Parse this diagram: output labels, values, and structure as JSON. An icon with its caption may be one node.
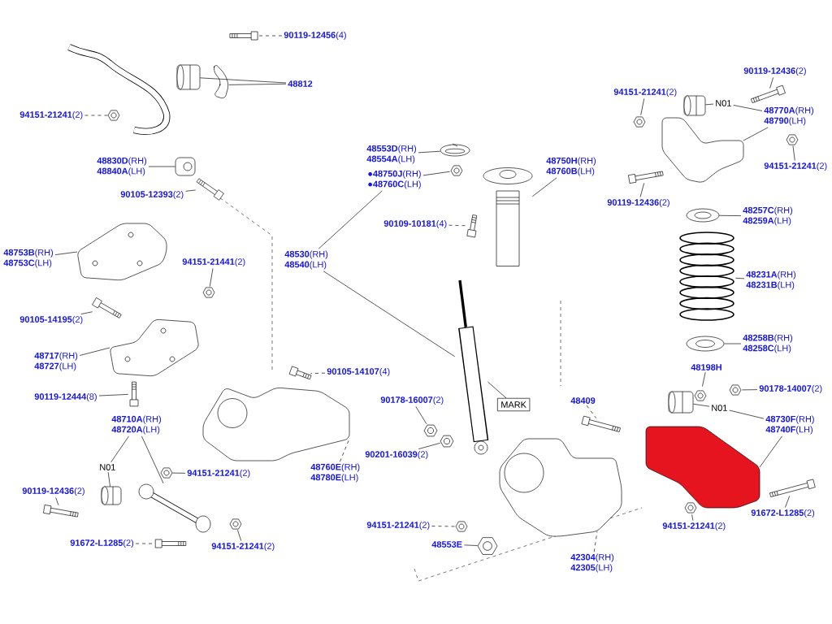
{
  "diagram": {
    "nodes": [
      {
        "text": [
          "**90119-12456**(4)"
        ]
      },
      {
        "text": [
          "**48812**"
        ]
      },
      {
        "text": [
          "**94151-21241**(2)"
        ]
      },
      {
        "text": [
          "**48830D**(RH)",
          "**48840A**(LH)"
        ]
      },
      {
        "text": [
          "**90105-12393**(2)"
        ]
      },
      {
        "text": [
          "**48753B**(RH)",
          "**48753C**(LH)"
        ]
      },
      {
        "text": [
          "**94151-21441**(2)"
        ]
      },
      {
        "text": [
          "**90105-14195**(2)"
        ]
      },
      {
        "text": [
          "**48717**(RH)",
          "**48727**(LH)"
        ]
      },
      {
        "text": [
          "**90119-12444**(8)"
        ]
      },
      {
        "text": [
          "**48710A**(RH)",
          "**48720A**(LH)"
        ]
      },
      {
        "text": [
          "N01"
        ]
      },
      {
        "text": [
          "**90119-12436**(2)"
        ]
      },
      {
        "text": [
          "**94151-21241**(2)"
        ]
      },
      {
        "text": [
          "**91672-L1285**(2)"
        ]
      },
      {
        "text": [
          "**94151-21241**(2)"
        ]
      },
      {
        "text": [
          "**48760E**(RH)",
          "**48780E**(LH)"
        ]
      },
      {
        "text": [
          "**90105-14107**(4)"
        ]
      },
      {
        "text": [
          "**48553D**(RH)",
          "**48554A**(LH)"
        ]
      },
      {
        "text": [
          "●**48750J**(RH)",
          "●**48760C**(LH)"
        ]
      },
      {
        "text": [
          "**48530**(RH)",
          "**48540**(LH)"
        ]
      },
      {
        "text": [
          "**48750H**(RH)",
          "**48760B**(LH)"
        ]
      },
      {
        "text": [
          "**90109-10181**(4)"
        ]
      },
      {
        "text": [
          "MARK"
        ]
      },
      {
        "text": [
          "**90178-16007**(2)"
        ]
      },
      {
        "text": [
          "**90201-16039**(2)"
        ]
      },
      {
        "text": [
          "**48409**"
        ]
      },
      {
        "text": [
          "**94151-21241**(2)"
        ]
      },
      {
        "text": [
          "**48553E**"
        ]
      },
      {
        "text": [
          "**42304**(RH)",
          "**42305**(LH)"
        ]
      },
      {
        "text": [
          "**90119-12436**(2)"
        ]
      },
      {
        "text": [
          "**94151-21241**(2)"
        ]
      },
      {
        "text": [
          "N01"
        ]
      },
      {
        "text": [
          "**48770A**(RH)",
          "**48790**(LH)"
        ]
      },
      {
        "text": [
          "**94151-21241**(2)"
        ]
      },
      {
        "text": [
          "**90119-12436**(2)"
        ]
      },
      {
        "text": [
          "**48257C**(RH)",
          "**48259A**(LH)"
        ]
      },
      {
        "text": [
          "**48231A**(RH)",
          "**48231B**(LH)"
        ]
      },
      {
        "text": [
          "**48258B**(RH)",
          "**48258C**(LH)"
        ]
      },
      {
        "text": [
          "**48198H**"
        ]
      },
      {
        "text": [
          "**90178-14007**(2)"
        ]
      },
      {
        "text": [
          "N01"
        ]
      },
      {
        "text": [
          "**48730F**(RH)",
          "**48740F**(LH)"
        ]
      },
      {
        "text": [
          "**91672-L1285**(2)"
        ]
      },
      {
        "text": [
          "**94151-21241**(2)"
        ]
      },
      {
        "text": [],
        "shape": "picture"
      },
      {
        "text": [],
        "shape": "picture"
      },
      {
        "text": [],
        "shape": "picture"
      },
      {
        "text": [],
        "shape": "picture"
      },
      {
        "text": [],
        "shape": "picture"
      },
      {
        "text": [],
        "shape": "picture"
      },
      {
        "text": [],
        "shape": "picture"
      },
      {
        "text": [],
        "shape": "picture"
      },
      {
        "text": [],
        "shape": "picture"
      },
      {
        "text": [],
        "shape": "picture"
      },
      {
        "text": [],
        "shape": "picture"
      },
      {
        "text": [],
        "shape": "picture"
      },
      {
        "text": [],
        "shape": "picture"
      },
      {
        "text": [],
        "shape": "picture"
      },
      {
        "text": [],
        "shape": "picture"
      },
      {
        "text": [],
        "shape": "picture"
      },
      {
        "text": [],
        "shape": "picture"
      },
      {
        "text": [],
        "shape": "picture"
      },
      {
        "text": [],
        "shape": "picture"
      },
      {
        "text": [],
        "shape": "picture"
      },
      {
        "text": [],
        "shape": "picture"
      },
      {
        "text": [],
        "shape": "picture"
      },
      {
        "text": [],
        "shape": "picture"
      },
      {
        "text": [],
        "shape": "picture"
      },
      {
        "text": [],
        "shape": "picture"
      },
      {
        "text": [],
        "shape": "picture"
      },
      {
        "text": [],
        "shape": "picture"
      },
      {
        "text": [],
        "shape": "picture"
      },
      {
        "text": [],
        "shape": "picture"
      },
      {
        "text": [],
        "shape": "picture"
      },
      {
        "text": [],
        "shape": "picture"
      },
      {
        "text": [],
        "shape": "picture"
      },
      {
        "text": [],
        "shape": "picture"
      },
      {
        "text": [],
        "shape": "picture"
      },
      {
        "text": [],
        "shape": "picture"
      },
      {
        "text": [],
        "shape": "picture"
      },
      {
        "text": [],
        "shape": "picture"
      },
      {
        "text": [],
        "shape": "picture"
      },
      {
        "text": [],
        "shape": "picture"
      },
      {
        "text": [],
        "shape": "picture"
      },
      {
        "text": [],
        "shape": "picture"
      },
      {
        "text": [],
        "shape": "picture"
      },
      {
        "text": [],
        "shape": "picture"
      },
      {
        "text": [],
        "shape": "picture"
      },
      {
        "text": [],
        "shape": "picture"
      }
    ],
    "edges": [
      {
        "from": 0,
        "to": 45,
        "arrow": "none",
        "style": "dashed"
      },
      {
        "from": 1,
        "to": 46,
        "arrow": "none"
      },
      {
        "from": 1,
        "to": 47,
        "arrow": "none"
      },
      {
        "from": 2,
        "to": 48,
        "arrow": "none",
        "style": "dashed"
      },
      {
        "from": 3,
        "to": 49,
        "arrow": "none"
      },
      {
        "from": 4,
        "to": 50,
        "arrow": "none"
      },
      {
        "from": 5,
        "to": 51,
        "arrow": "none"
      },
      {
        "from": 6,
        "to": 52,
        "arrow": "none"
      },
      {
        "from": 7,
        "to": 53,
        "arrow": "none"
      },
      {
        "from": 8,
        "to": 54,
        "arrow": "none"
      },
      {
        "from": 9,
        "to": 55,
        "arrow": "none"
      },
      {
        "from": 10,
        "to": 11,
        "arrow": "none"
      },
      {
        "from": 10,
        "to": 56,
        "arrow": "none"
      },
      {
        "from": 11,
        "to": 57,
        "arrow": "none"
      },
      {
        "from": 12,
        "to": 58,
        "arrow": "none"
      },
      {
        "from": 13,
        "to": 59,
        "arrow": "none"
      },
      {
        "from": 14,
        "to": 60,
        "arrow": "none",
        "style": "dashed"
      },
      {
        "from": 15,
        "to": 61,
        "arrow": "none"
      },
      {
        "from": 16,
        "to": 62,
        "arrow": "none",
        "style": "dashed"
      },
      {
        "from": 17,
        "to": 63,
        "arrow": "none",
        "style": "dashed"
      },
      {
        "from": 18,
        "to": 64,
        "arrow": "none"
      },
      {
        "from": 19,
        "to": 65,
        "arrow": "none"
      },
      {
        "from": 20,
        "to": 19,
        "arrow": "none"
      },
      {
        "from": 20,
        "to": 66,
        "arrow": "none"
      },
      {
        "from": 21,
        "to": 67,
        "arrow": "none"
      },
      {
        "from": 22,
        "to": 68,
        "arrow": "none",
        "style": "dashed"
      },
      {
        "from": 23,
        "to": 66,
        "arrow": "none"
      },
      {
        "from": 24,
        "to": 69,
        "arrow": "none"
      },
      {
        "from": 25,
        "to": 70,
        "arrow": "none"
      },
      {
        "from": 26,
        "to": 71,
        "arrow": "none",
        "style": "dashed"
      },
      {
        "from": 27,
        "to": 72,
        "arrow": "none",
        "style": "dashed"
      },
      {
        "from": 28,
        "to": 73,
        "arrow": "none"
      },
      {
        "from": 29,
        "to": 74,
        "arrow": "none",
        "style": "dashed"
      },
      {
        "from": 30,
        "to": 75,
        "arrow": "none"
      },
      {
        "from": 31,
        "to": 76,
        "arrow": "none"
      },
      {
        "from": 32,
        "to": 77,
        "arrow": "none"
      },
      {
        "from": 33,
        "to": 32,
        "arrow": "none"
      },
      {
        "from": 33,
        "to": 78,
        "arrow": "none"
      },
      {
        "from": 34,
        "to": 79,
        "arrow": "none"
      },
      {
        "from": 35,
        "to": 80,
        "arrow": "none"
      },
      {
        "from": 36,
        "to": 81,
        "arrow": "none"
      },
      {
        "from": 37,
        "to": 82,
        "arrow": "none"
      },
      {
        "from": 38,
        "to": 83,
        "arrow": "none"
      },
      {
        "from": 39,
        "to": 84,
        "arrow": "none"
      },
      {
        "from": 40,
        "to": 85,
        "arrow": "none"
      },
      {
        "from": 41,
        "to": 86,
        "arrow": "none"
      },
      {
        "from": 42,
        "to": 41,
        "arrow": "none"
      },
      {
        "from": 42,
        "to": 87,
        "arrow": "none"
      },
      {
        "from": 43,
        "to": 88,
        "arrow": "none"
      },
      {
        "from": 44,
        "to": 89,
        "arrow": "none"
      }
    ]
  }
}
